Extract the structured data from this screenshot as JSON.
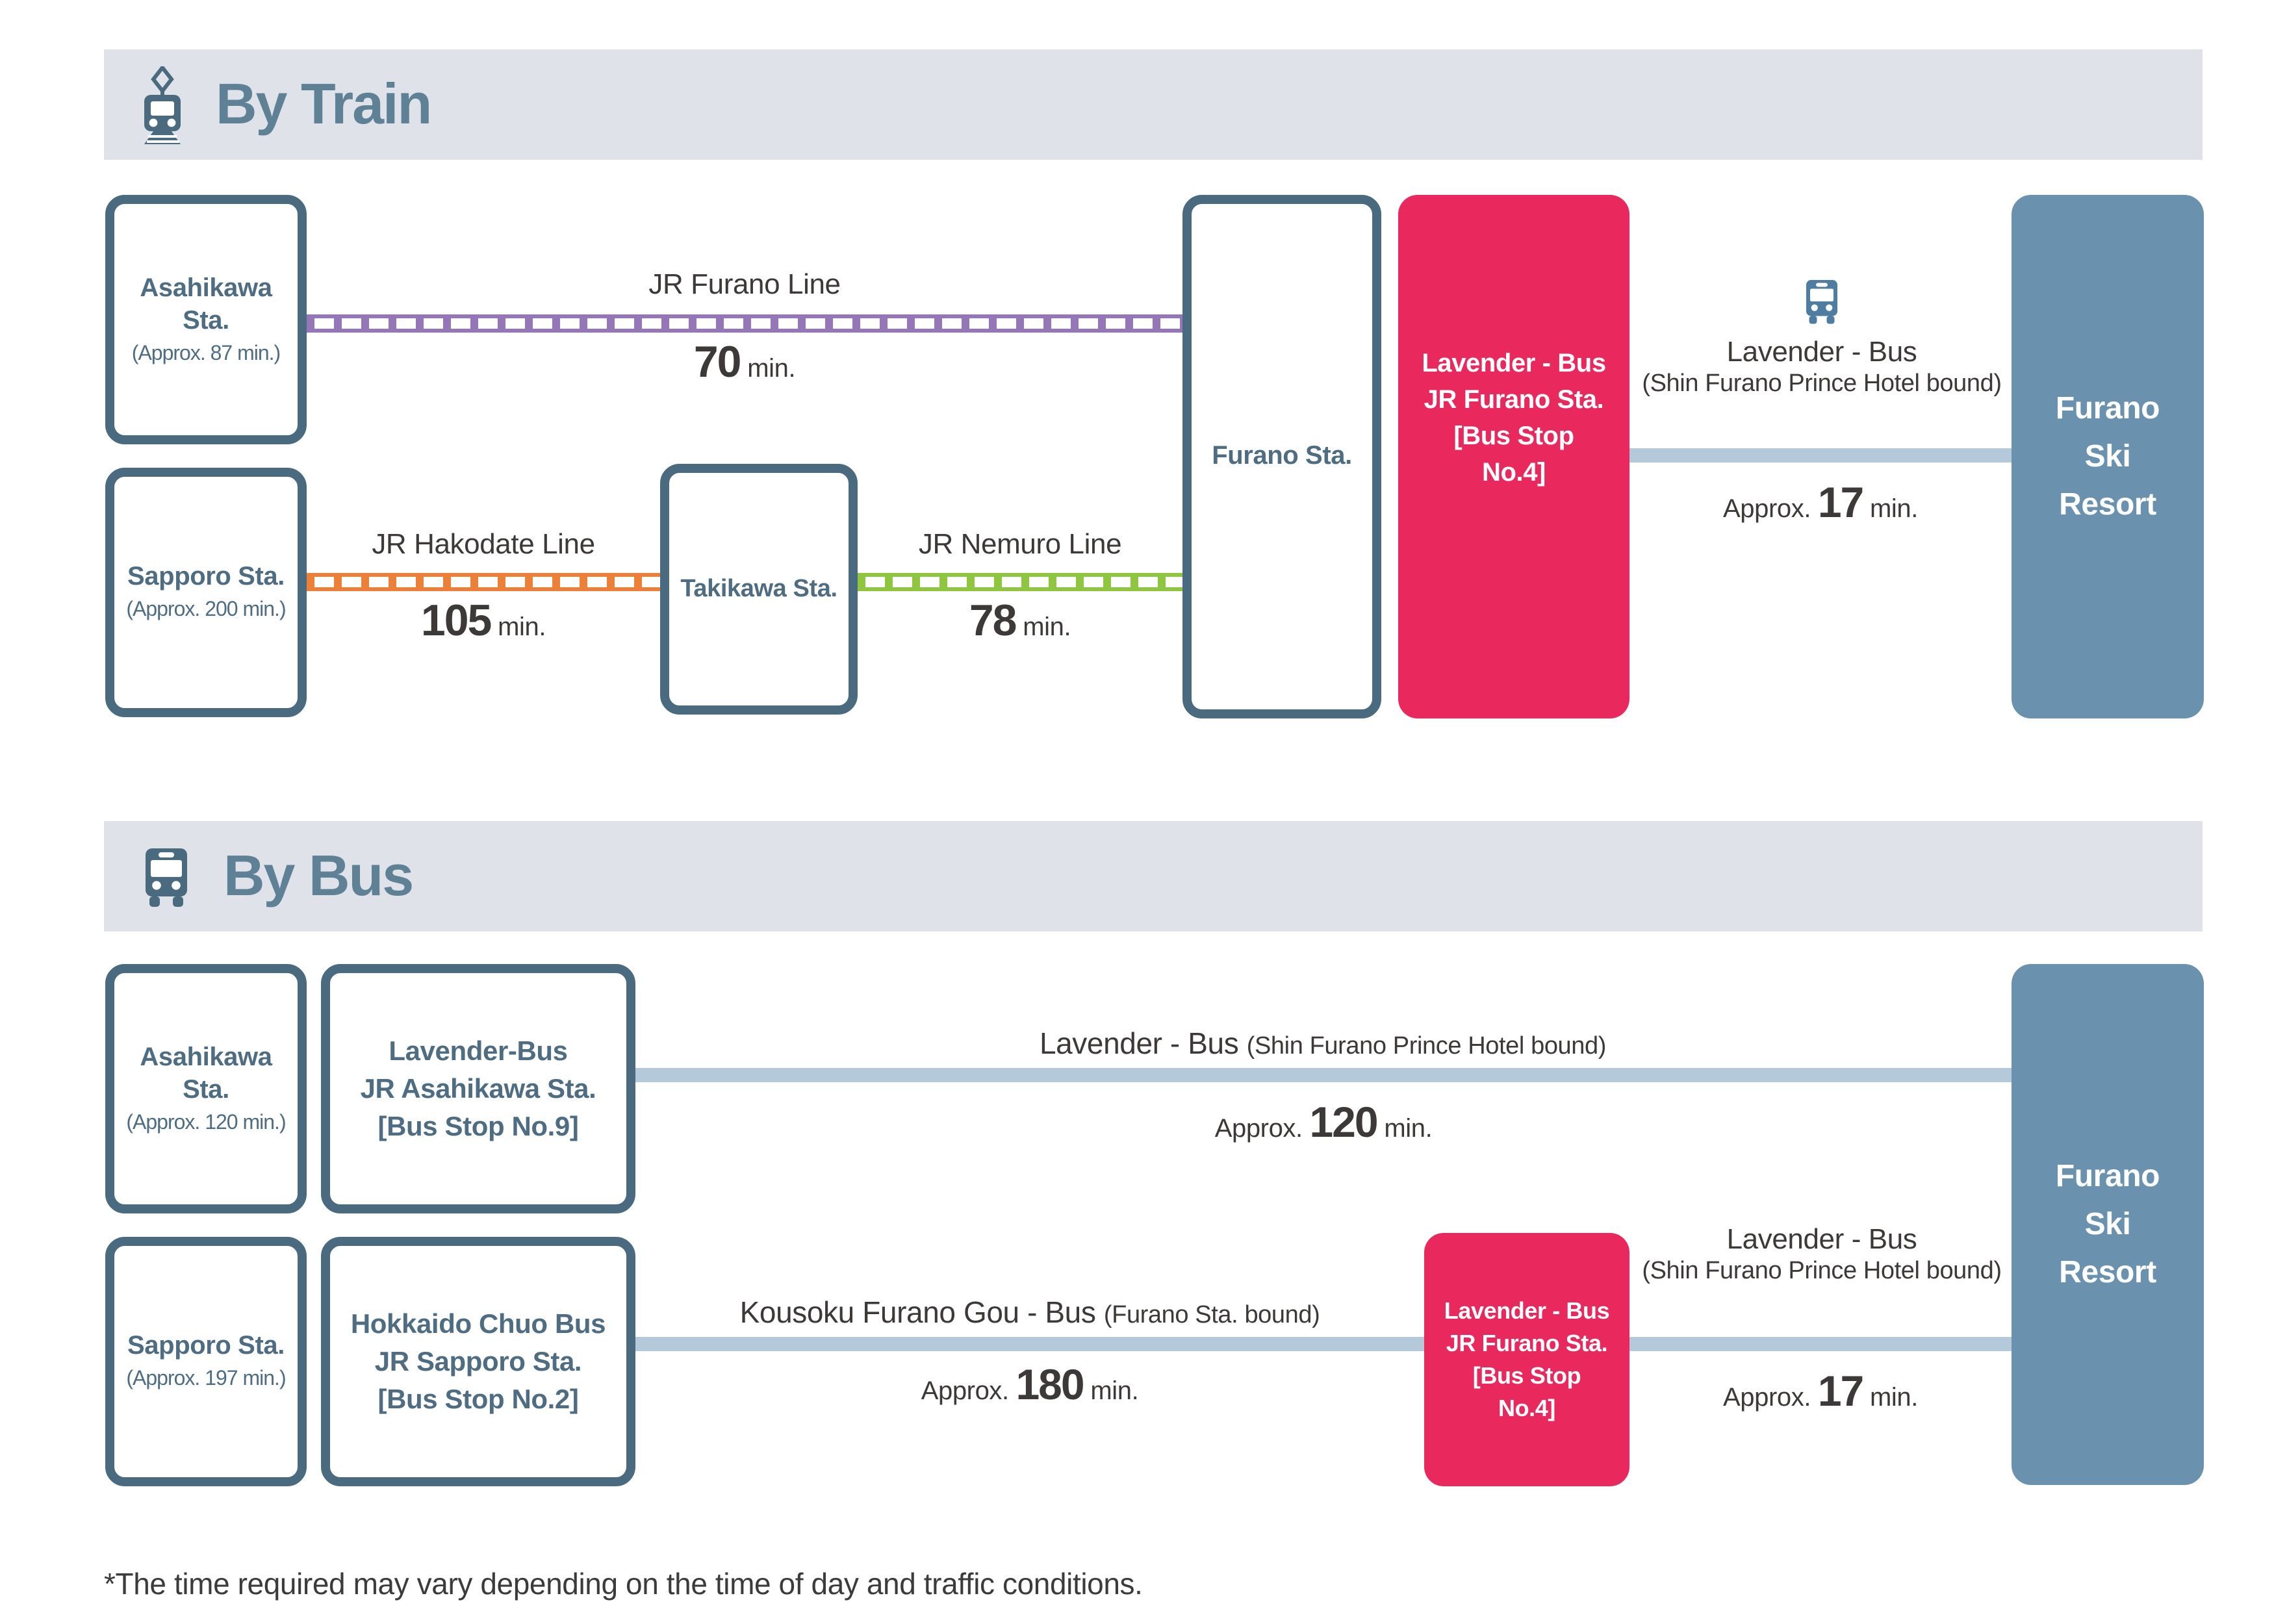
{
  "colors": {
    "header_bg": "#dfe3e9",
    "slate_border": "#4a6a80",
    "slate_text": "#4f6d82",
    "section_title": "#5e8196",
    "dark_text": "#3c3938",
    "jr_furano_line_purple": "#9577b7",
    "jr_hakodate_line_orange": "#ed8038",
    "jr_nemuro_line_green": "#8ec63f",
    "bus_stop_pink": "#e9285e",
    "resort_blue": "#6a92af",
    "bus_connector_blue": "#b4c9da",
    "bus_icon_blue": "#4e7da1"
  },
  "train": {
    "title": "By Train",
    "asahikawa": {
      "name_1": "Asahikawa",
      "name_2": "Sta.",
      "approx": "(Approx. 87 min.)"
    },
    "sapporo": {
      "name": "Sapporo Sta.",
      "approx": "(Approx. 200 min.)"
    },
    "takikawa": {
      "name": "Takikawa Sta."
    },
    "furano": {
      "name": "Furano Sta."
    },
    "furano_line": {
      "name": "JR Furano Line",
      "value": "70",
      "unit": "min."
    },
    "hakodate_line": {
      "name": "JR Hakodate Line",
      "value": "105",
      "unit": "min."
    },
    "nemuro_line": {
      "name": "JR Nemuro Line",
      "value": "78",
      "unit": "min."
    },
    "furano_bus_stop": {
      "line_1": "Lavender - Bus",
      "line_2": "JR Furano Sta.",
      "line_3": "[Bus Stop",
      "line_4": "No.4]"
    },
    "last_bus": {
      "name": "Lavender - Bus",
      "bound": "(Shin Furano Prince Hotel bound)",
      "approx": "Approx.",
      "value": "17",
      "unit": "min."
    },
    "resort": {
      "line_1": "Furano",
      "line_2": "Ski",
      "line_3": "Resort"
    }
  },
  "bus": {
    "title": "By Bus",
    "asahikawa": {
      "name_1": "Asahikawa",
      "name_2": "Sta.",
      "approx": "(Approx. 120 min.)"
    },
    "asahikawa_stop": {
      "line_1": "Lavender-Bus",
      "line_2": "JR Asahikawa Sta.",
      "line_3": "[Bus Stop No.9]"
    },
    "sapporo": {
      "name": "Sapporo Sta.",
      "approx": "(Approx. 197 min.)"
    },
    "sapporo_stop": {
      "line_1": "Hokkaido Chuo Bus",
      "line_2": "JR Sapporo Sta.",
      "line_3": "[Bus Stop No.2]"
    },
    "route_1": {
      "name": "Lavender - Bus",
      "bound": "(Shin Furano Prince Hotel bound)",
      "approx": "Approx.",
      "value": "120",
      "unit": "min."
    },
    "route_2": {
      "name": "Kousoku Furano Gou - Bus",
      "bound": "(Furano Sta. bound)",
      "approx": "Approx.",
      "value": "180",
      "unit": "min."
    },
    "furano_bus_stop": {
      "line_1": "Lavender - Bus",
      "line_2": "JR Furano Sta.",
      "line_3": "[Bus Stop",
      "line_4": "No.4]"
    },
    "last_bus": {
      "name": "Lavender - Bus",
      "bound": "(Shin Furano Prince Hotel bound)",
      "approx": "Approx.",
      "value": "17",
      "unit": "min."
    },
    "resort": {
      "line_1": "Furano",
      "line_2": "Ski",
      "line_3": "Resort"
    }
  },
  "footnote": "*The time required may vary depending on the time of day and traffic conditions."
}
